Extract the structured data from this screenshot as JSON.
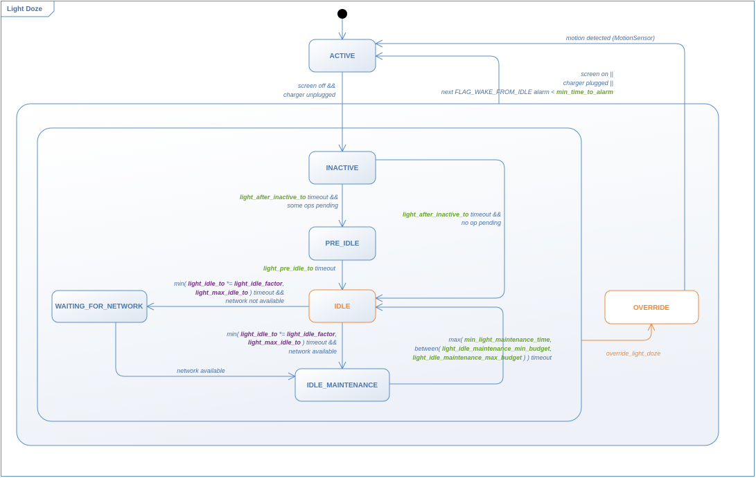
{
  "frame": {
    "title": "Light Doze"
  },
  "colors": {
    "stroke": "#5b8fc7",
    "state_text": "#4a78b0",
    "label_text": "#4a6fa5",
    "highlight": "#f08a3a",
    "green": "#6aa32d",
    "purple": "#7a2d8c"
  },
  "states": {
    "active": "ACTIVE",
    "inactive": "INACTIVE",
    "pre_idle": "PRE_IDLE",
    "idle": "IDLE",
    "waiting_for_network": "WAITING_FOR_NETWORK",
    "idle_maintenance": "IDLE_MAINTENANCE",
    "override": "OVERRIDE"
  },
  "transitions": {
    "motion": "motion detected (MotionSensor)",
    "wake": {
      "line1": "screen on ||",
      "line2": "charger plugged ||",
      "line3_plain": "next FLAG_WAKE_FROM_IDLE alarm < ",
      "line3_var": "min_time_to_alarm"
    },
    "screen_off": {
      "line1": "screen off &&",
      "line2": "charger unplugged"
    },
    "inactive_to_preidle": {
      "var": "light_after_inactive_to",
      "rest": " timeout &&",
      "line2": "some ops pending"
    },
    "inactive_to_idle": {
      "var": "light_after_inactive_to",
      "rest": " timeout &&",
      "line2": "no op pending"
    },
    "preidle_to_idle": {
      "var": "light_pre_idle_to",
      "rest": " timeout"
    },
    "idle_to_waiting": {
      "p1": "min( ",
      "v1": "light_idle_to",
      "p2": " *= ",
      "v2": "light_idle_factor",
      "p3": ",",
      "v3": "light_max_idle_to",
      "p4": " ) timeout &&",
      "line3": "network not available"
    },
    "idle_to_maintenance": {
      "p1": "min( ",
      "v1": "light_idle_to",
      "p2": " *= ",
      "v2": "light_idle_factor",
      "p3": ",",
      "v3": "light_max_idle_to",
      "p4": " ) timeout &&",
      "line3": "network available"
    },
    "waiting_to_maintenance": "network available",
    "maintenance_to_idle": {
      "p1": "max( ",
      "v1": "min_light_maintenance_time",
      "p2": ",",
      "p3": "between( ",
      "v2": "light_idle_maintenance_min_budget",
      "p4": ",",
      "v3": "light_idle_maintenance_max_budget",
      "p5": " ) ) timeout"
    },
    "override": "override_light_doze"
  }
}
